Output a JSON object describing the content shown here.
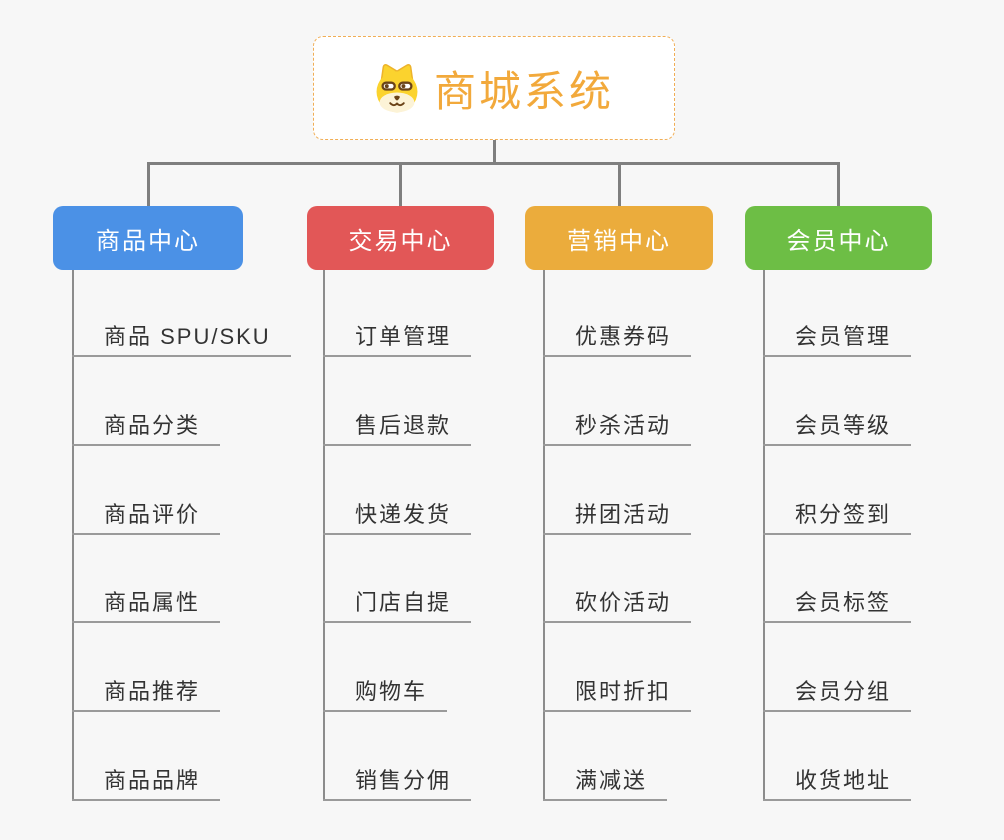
{
  "root": {
    "title": "商城系统",
    "icon": "doge-icon",
    "title_color": "#F2A93B",
    "border_color": "#F1AE55"
  },
  "branches": [
    {
      "label": "商品中心",
      "color": "#4B91E6",
      "items": [
        "商品 SPU/SKU",
        "商品分类",
        "商品评价",
        "商品属性",
        "商品推荐",
        "商品品牌"
      ]
    },
    {
      "label": "交易中心",
      "color": "#E25757",
      "items": [
        "订单管理",
        "售后退款",
        "快递发货",
        "门店自提",
        "购物车",
        "销售分佣"
      ]
    },
    {
      "label": "营销中心",
      "color": "#EBAC3C",
      "items": [
        "优惠券码",
        "秒杀活动",
        "拼团活动",
        "砍价活动",
        "限时折扣",
        "满减送"
      ]
    },
    {
      "label": "会员中心",
      "color": "#6DBE45",
      "items": [
        "会员管理",
        "会员等级",
        "积分签到",
        "会员标签",
        "会员分组",
        "收货地址"
      ]
    }
  ]
}
